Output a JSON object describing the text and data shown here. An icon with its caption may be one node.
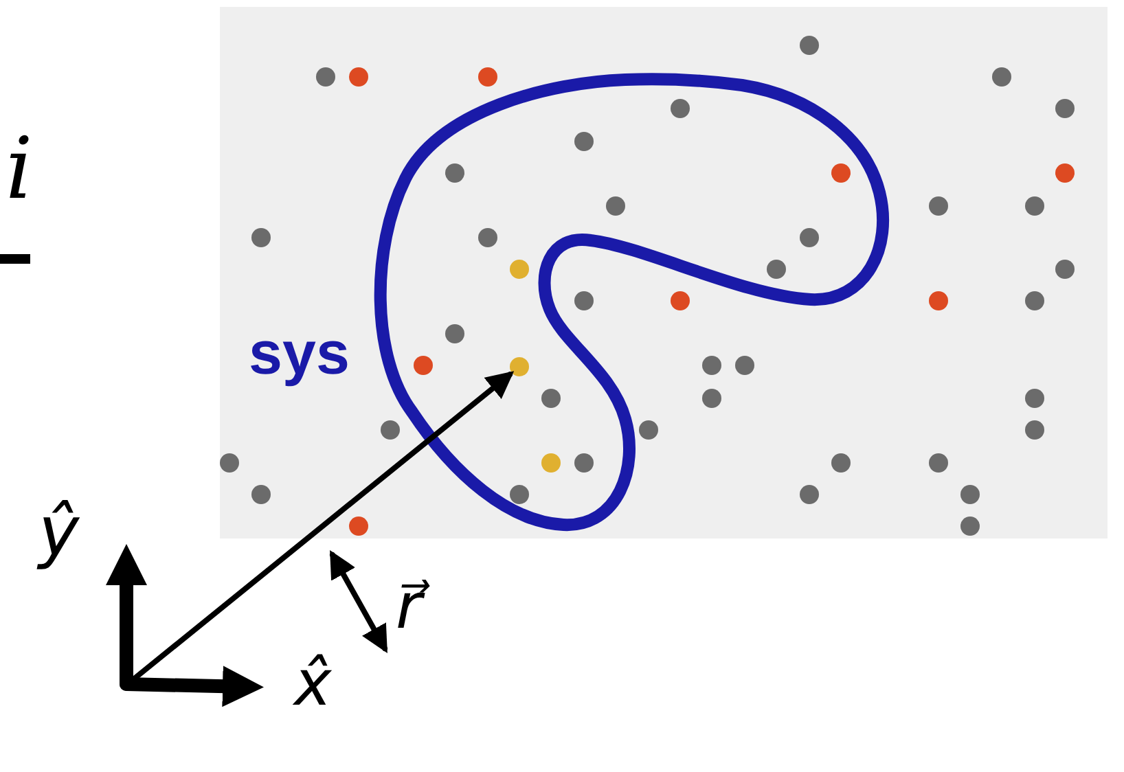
{
  "diagram": {
    "nodes": [
      {
        "text": [
          "sys"
        ]
      },
      {
        "text": [],
        "shape": "circle",
        "in": 0
      }
    ],
    "edges": [
      {
        "from": null,
        "to": 1,
        "arrow": "to"
      }
    ],
    "labels": [
      "i",
      "ŷ",
      "x̂",
      "r⃗"
    ]
  }
}
